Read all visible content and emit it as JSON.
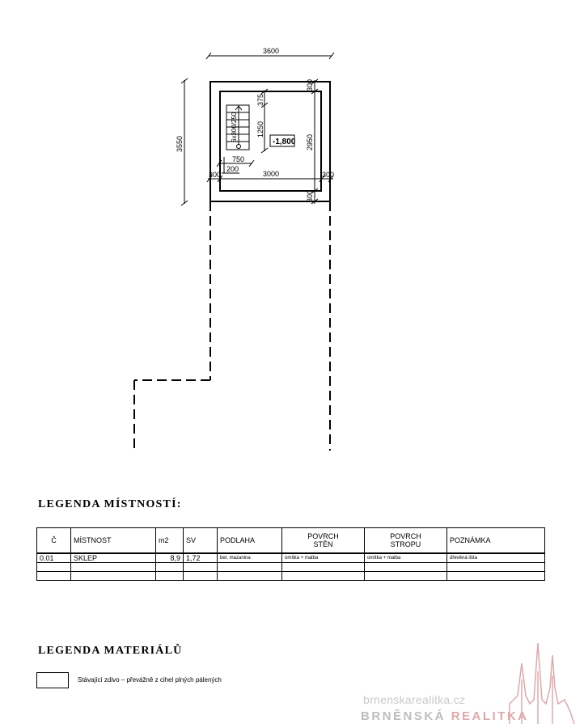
{
  "plan": {
    "dimensions": {
      "width_total": "3600",
      "height_total": "3550",
      "wall_top": "300",
      "inner_height": "2950",
      "wall_bottom": "300",
      "wall_left": "300",
      "inner_width": "3000",
      "wall_right": "300",
      "stair_top": "375",
      "stair_length": "1250",
      "stair_width": "750",
      "stair_offset": "200",
      "steps": "6x300/250"
    },
    "level": "-1,800"
  },
  "legend_rooms": {
    "title": "LEGENDA  MÍSTNOSTÍ:",
    "headers": {
      "no": "Č",
      "room": "MÍSTNOST",
      "area": "m2",
      "sv": "SV",
      "floor": "PODLAHA",
      "walls_1": "POVRCH",
      "walls_2": "STĚN",
      "ceiling_1": "POVRCH",
      "ceiling_2": "STROPU",
      "note": "POZNÁMKA"
    },
    "row": {
      "no": "0.01",
      "room": "SKLEP",
      "area": "8,9",
      "sv": "1,72",
      "floor": "bet. mazanina",
      "walls": "omítka + malba",
      "ceiling": "omítka + malba",
      "note": "dřevěná lišta"
    }
  },
  "legend_materials": {
    "title": "LEGENDA  MATERIÁLŮ",
    "item": "Stávající zdivo – převážně z cihel plných pálených"
  },
  "watermark": {
    "site": "brnenskarealitka.cz",
    "brand_1": "BRNĚNSKÁ",
    "brand_2": "REALITKA"
  },
  "colors": {
    "watermark_gray": "#bdbdbd",
    "watermark_red": "#e0a8a8"
  }
}
